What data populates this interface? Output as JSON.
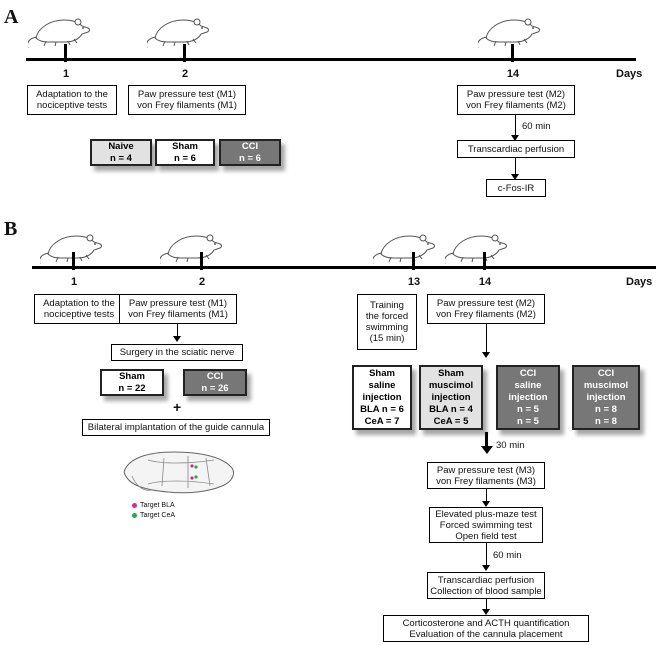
{
  "panels": {
    "a": "A",
    "b": "B"
  },
  "days_label": "Days",
  "panel_a": {
    "days": [
      "1",
      "2",
      "14"
    ],
    "box_day1": [
      "Adaptation to the",
      "nociceptive tests"
    ],
    "box_day2": [
      "Paw pressure test (M1)",
      "von Frey filaments (M1)"
    ],
    "box_day14": [
      "Paw pressure test (M2)",
      "von Frey filaments (M2)"
    ],
    "interval_60": "60 min",
    "perfusion": "Transcardiac perfusion",
    "cfos": "c-Fos-IR",
    "groups": [
      {
        "name": "Naive",
        "n": "n = 4"
      },
      {
        "name": "Sham",
        "n": "n = 6"
      },
      {
        "name": "CCI",
        "n": "n = 6"
      }
    ]
  },
  "panel_b": {
    "days": [
      "1",
      "2",
      "13",
      "14"
    ],
    "box_day1": [
      "Adaptation to the",
      "nociceptive tests"
    ],
    "box_day2": [
      "Paw pressure test (M1)",
      "von Frey filaments (M1)"
    ],
    "surgery": "Surgery in the sciatic nerve",
    "surgery_groups": [
      {
        "name": "Sham",
        "n": "n = 22"
      },
      {
        "name": "CCI",
        "n": "n = 26"
      }
    ],
    "plus": "+",
    "implant": "Bilateral implantation of the guide cannula",
    "legend": [
      "Target BLA",
      "Target CeA"
    ],
    "legend_colors": [
      "#d0308a",
      "#2aa84a"
    ],
    "box_day13": [
      "Training",
      "the forced",
      "swimming",
      "(15 min)"
    ],
    "box_day14": [
      "Paw pressure test (M2)",
      "von Frey filaments (M2)"
    ],
    "injection_groups": [
      [
        "Sham",
        "saline",
        "injection",
        "BLA n = 6",
        "CeA = 7"
      ],
      [
        "Sham",
        "muscimol",
        "injection",
        "BLA n = 4",
        "CeA = 5"
      ],
      [
        "CCI",
        "saline",
        "injection",
        "n = 5",
        "n = 5"
      ],
      [
        "CCI",
        "muscimol",
        "injection",
        "n = 8",
        "n = 8"
      ]
    ],
    "interval_30": "30 min",
    "box_m3": [
      "Paw pressure test (M3)",
      "von Frey filaments (M3)"
    ],
    "behavior": [
      "Elevated plus-maze test",
      "Forced swimming test",
      "Open field test"
    ],
    "interval_60": "60 min",
    "perfusion": [
      "Transcardiac perfusion",
      "Collection of blood sample"
    ],
    "final": [
      "Corticosterone and ACTH quantification",
      "Evaluation of the cannula placement"
    ]
  }
}
